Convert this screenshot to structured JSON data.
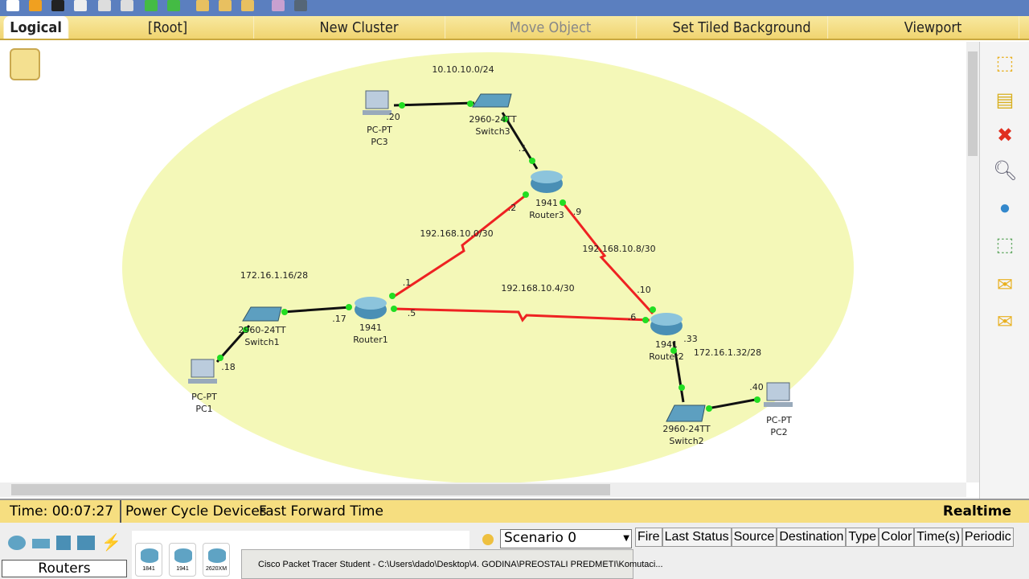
{
  "nav": {
    "tabs": [
      "Logical",
      "[Root]",
      "New Cluster",
      "Move Object",
      "Set Tiled Background",
      "Viewport"
    ]
  },
  "topology": {
    "networks": [
      "10.10.10.0/24",
      "192.168.10.0/30",
      "192.168.10.8/30",
      "192.168.10.4/30",
      "172.16.1.16/28",
      "172.16.1.32/28"
    ],
    "devices": [
      {
        "model": "PC-PT",
        "name": "PC3"
      },
      {
        "model": "2960-24TT",
        "name": "Switch3"
      },
      {
        "model": "1941",
        "name": "Router3"
      },
      {
        "model": "1941",
        "name": "Router1"
      },
      {
        "model": "1941",
        "name": "Router2"
      },
      {
        "model": "2960-24TT",
        "name": "Switch1"
      },
      {
        "model": "PC-PT",
        "name": "PC1"
      },
      {
        "model": "2960-24TT",
        "name": "Switch2"
      },
      {
        "model": "PC-PT",
        "name": "PC2"
      }
    ],
    "interfaces": [
      ".20",
      ".1",
      ".2",
      ".9",
      ".1",
      ".5",
      ".17",
      ".18",
      ".10",
      ".6",
      ".33",
      ".40"
    ]
  },
  "status": {
    "time": "Time: 00:07:27",
    "power_cycle": "Power Cycle Devices",
    "fast_forward": "Fast Forward Time",
    "mode": "Realtime"
  },
  "devices_panel": {
    "category": "Routers",
    "models": [
      "1841",
      "1941",
      "2620XM"
    ]
  },
  "scenario": {
    "selected": "Scenario 0",
    "columns": [
      "Fire",
      "Last Status",
      "Source",
      "Destination",
      "Type",
      "Color",
      "Time(s)",
      "Periodic"
    ]
  },
  "taskbar_tooltip": "Cisco Packet Tracer Student - C:\\Users\\dado\\Desktop\\4. GODINA\\PREOSTALI PREDMETI\\Komutaci..."
}
